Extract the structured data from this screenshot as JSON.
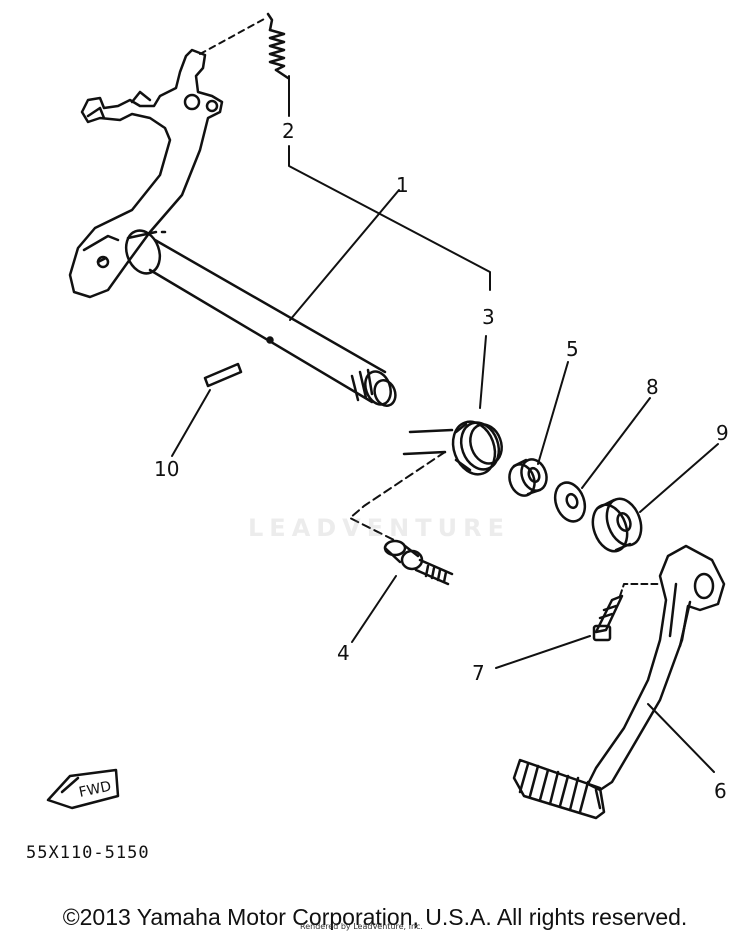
{
  "diagram": {
    "callouts": [
      {
        "id": "1",
        "label": "1"
      },
      {
        "id": "2",
        "label": "2"
      },
      {
        "id": "3",
        "label": "3"
      },
      {
        "id": "4",
        "label": "4"
      },
      {
        "id": "5",
        "label": "5"
      },
      {
        "id": "6",
        "label": "6"
      },
      {
        "id": "7",
        "label": "7"
      },
      {
        "id": "8",
        "label": "8"
      },
      {
        "id": "9",
        "label": "9"
      },
      {
        "id": "10",
        "label": "10"
      }
    ],
    "fwd_label": "FWD",
    "diagram_code": "55X110-5150"
  },
  "footer": {
    "copyright": "©2013 Yamaha Motor Corporation, U.S.A. All rights reserved.",
    "render_credit": "Rendered by LeadVenture, Inc."
  },
  "watermark": {
    "text": "LEADVENTURE"
  },
  "colors": {
    "ink": "#111111",
    "background": "#ffffff"
  }
}
